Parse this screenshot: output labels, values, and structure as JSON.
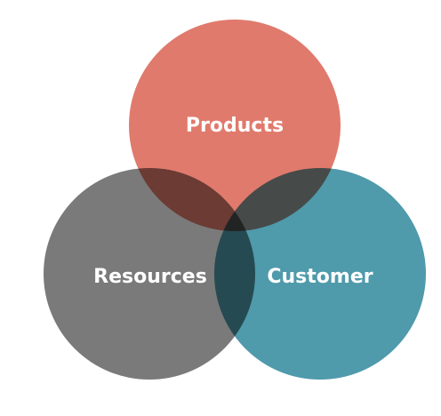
{
  "diagram": {
    "type": "venn",
    "sets": [
      {
        "id": "products",
        "label": "Products",
        "color": "#e07a6c"
      },
      {
        "id": "resources",
        "label": "Resources",
        "color": "#7a7a7a"
      },
      {
        "id": "customer",
        "label": "Customer",
        "color": "#4f9aab"
      }
    ]
  }
}
